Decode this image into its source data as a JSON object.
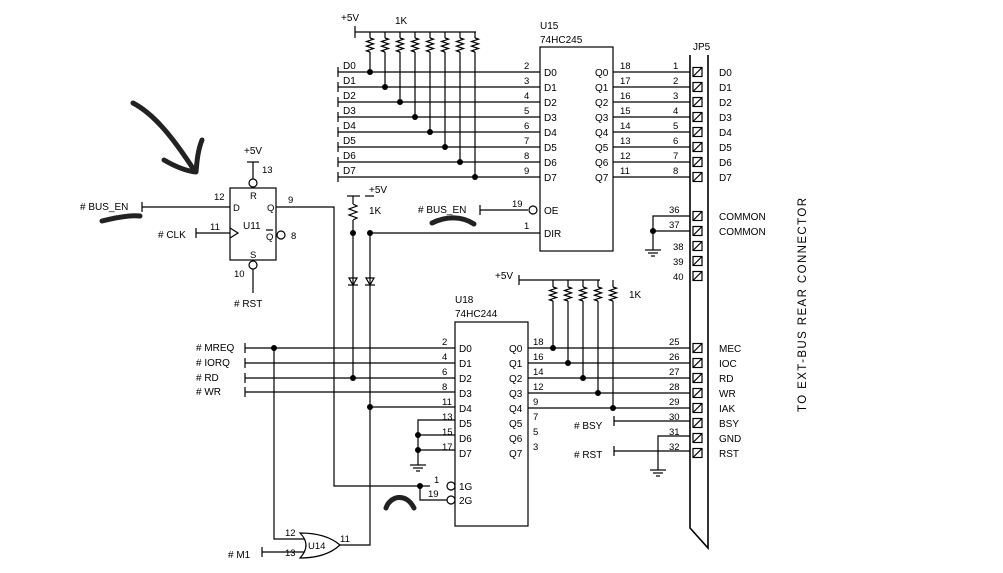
{
  "supply": {
    "vcc": "+5V",
    "resistor": "1K"
  },
  "u15": {
    "ref": "U15",
    "part": "74HC245",
    "a_pins": [
      "D0",
      "D1",
      "D2",
      "D3",
      "D4",
      "D5",
      "D6",
      "D7"
    ],
    "b_pins": [
      "Q0",
      "Q1",
      "Q2",
      "Q3",
      "Q4",
      "Q5",
      "Q6",
      "Q7"
    ],
    "a_nums": [
      "2",
      "3",
      "4",
      "5",
      "6",
      "7",
      "8",
      "9"
    ],
    "b_nums": [
      "18",
      "17",
      "16",
      "15",
      "14",
      "13",
      "12",
      "11"
    ],
    "oe_pin": "OE",
    "oe_num": "19",
    "dir_pin": "DIR",
    "dir_num": "1"
  },
  "bus_labels": [
    "D0",
    "D1",
    "D2",
    "D3",
    "D4",
    "D5",
    "D6",
    "D7"
  ],
  "u11": {
    "ref": "U11",
    "d_pin": "D",
    "q_pin": "Q",
    "qbar_pin": "Q",
    "r_pin": "R",
    "s_pin": "S",
    "n13": "13",
    "n12": "12",
    "n9": "9",
    "n11": "11",
    "n8": "8",
    "n10": "10"
  },
  "u18": {
    "ref": "U18",
    "part": "74HC244",
    "a_pins": [
      "D0",
      "D1",
      "D2",
      "D3",
      "D4",
      "D5",
      "D6",
      "D7"
    ],
    "b_pins": [
      "Q0",
      "Q1",
      "Q2",
      "Q3",
      "Q4",
      "Q5",
      "Q6",
      "Q7"
    ],
    "a_nums": [
      "2",
      "4",
      "6",
      "8",
      "11",
      "13",
      "15",
      "17"
    ],
    "b_nums": [
      "18",
      "16",
      "14",
      "12",
      "9",
      "7",
      "5",
      "3"
    ],
    "g1": "1G",
    "g1_num": "1",
    "g2": "2G",
    "g2_num": "19"
  },
  "u14": {
    "ref": "U14",
    "in1": "12",
    "in2": "13",
    "out": "11"
  },
  "signals": {
    "bus_en": "# BUS_EN",
    "bus_en_oe": "# BUS_EN",
    "clk": "# CLK",
    "rst_u11": "# RST",
    "mreq": "# MREQ",
    "iorq": "# IORQ",
    "rd": "# RD",
    "wr": "# WR",
    "m1": "# M1",
    "bsy": "# BSY",
    "rst": "# RST"
  },
  "jp5": {
    "ref": "JP5",
    "data_pins": [
      {
        "num": "1",
        "name": "D0"
      },
      {
        "num": "2",
        "name": "D1"
      },
      {
        "num": "3",
        "name": "D2"
      },
      {
        "num": "4",
        "name": "D3"
      },
      {
        "num": "5",
        "name": "D4"
      },
      {
        "num": "6",
        "name": "D5"
      },
      {
        "num": "7",
        "name": "D6"
      },
      {
        "num": "8",
        "name": "D7"
      }
    ],
    "common_pins": [
      {
        "num": "36",
        "name": "COMMON"
      },
      {
        "num": "37",
        "name": "COMMON"
      }
    ],
    "spare_pins": [
      "38",
      "39",
      "40"
    ],
    "ctrl_pins": [
      {
        "num": "25",
        "name": "MEC"
      },
      {
        "num": "26",
        "name": "IOC"
      },
      {
        "num": "27",
        "name": "RD"
      },
      {
        "num": "28",
        "name": "WR"
      },
      {
        "num": "29",
        "name": "IAK"
      },
      {
        "num": "30",
        "name": "BSY"
      },
      {
        "num": "31",
        "name": "GND"
      },
      {
        "num": "32",
        "name": "RST"
      }
    ]
  },
  "connector_title": "TO  EXT-BUS  REAR  CONNECTOR"
}
